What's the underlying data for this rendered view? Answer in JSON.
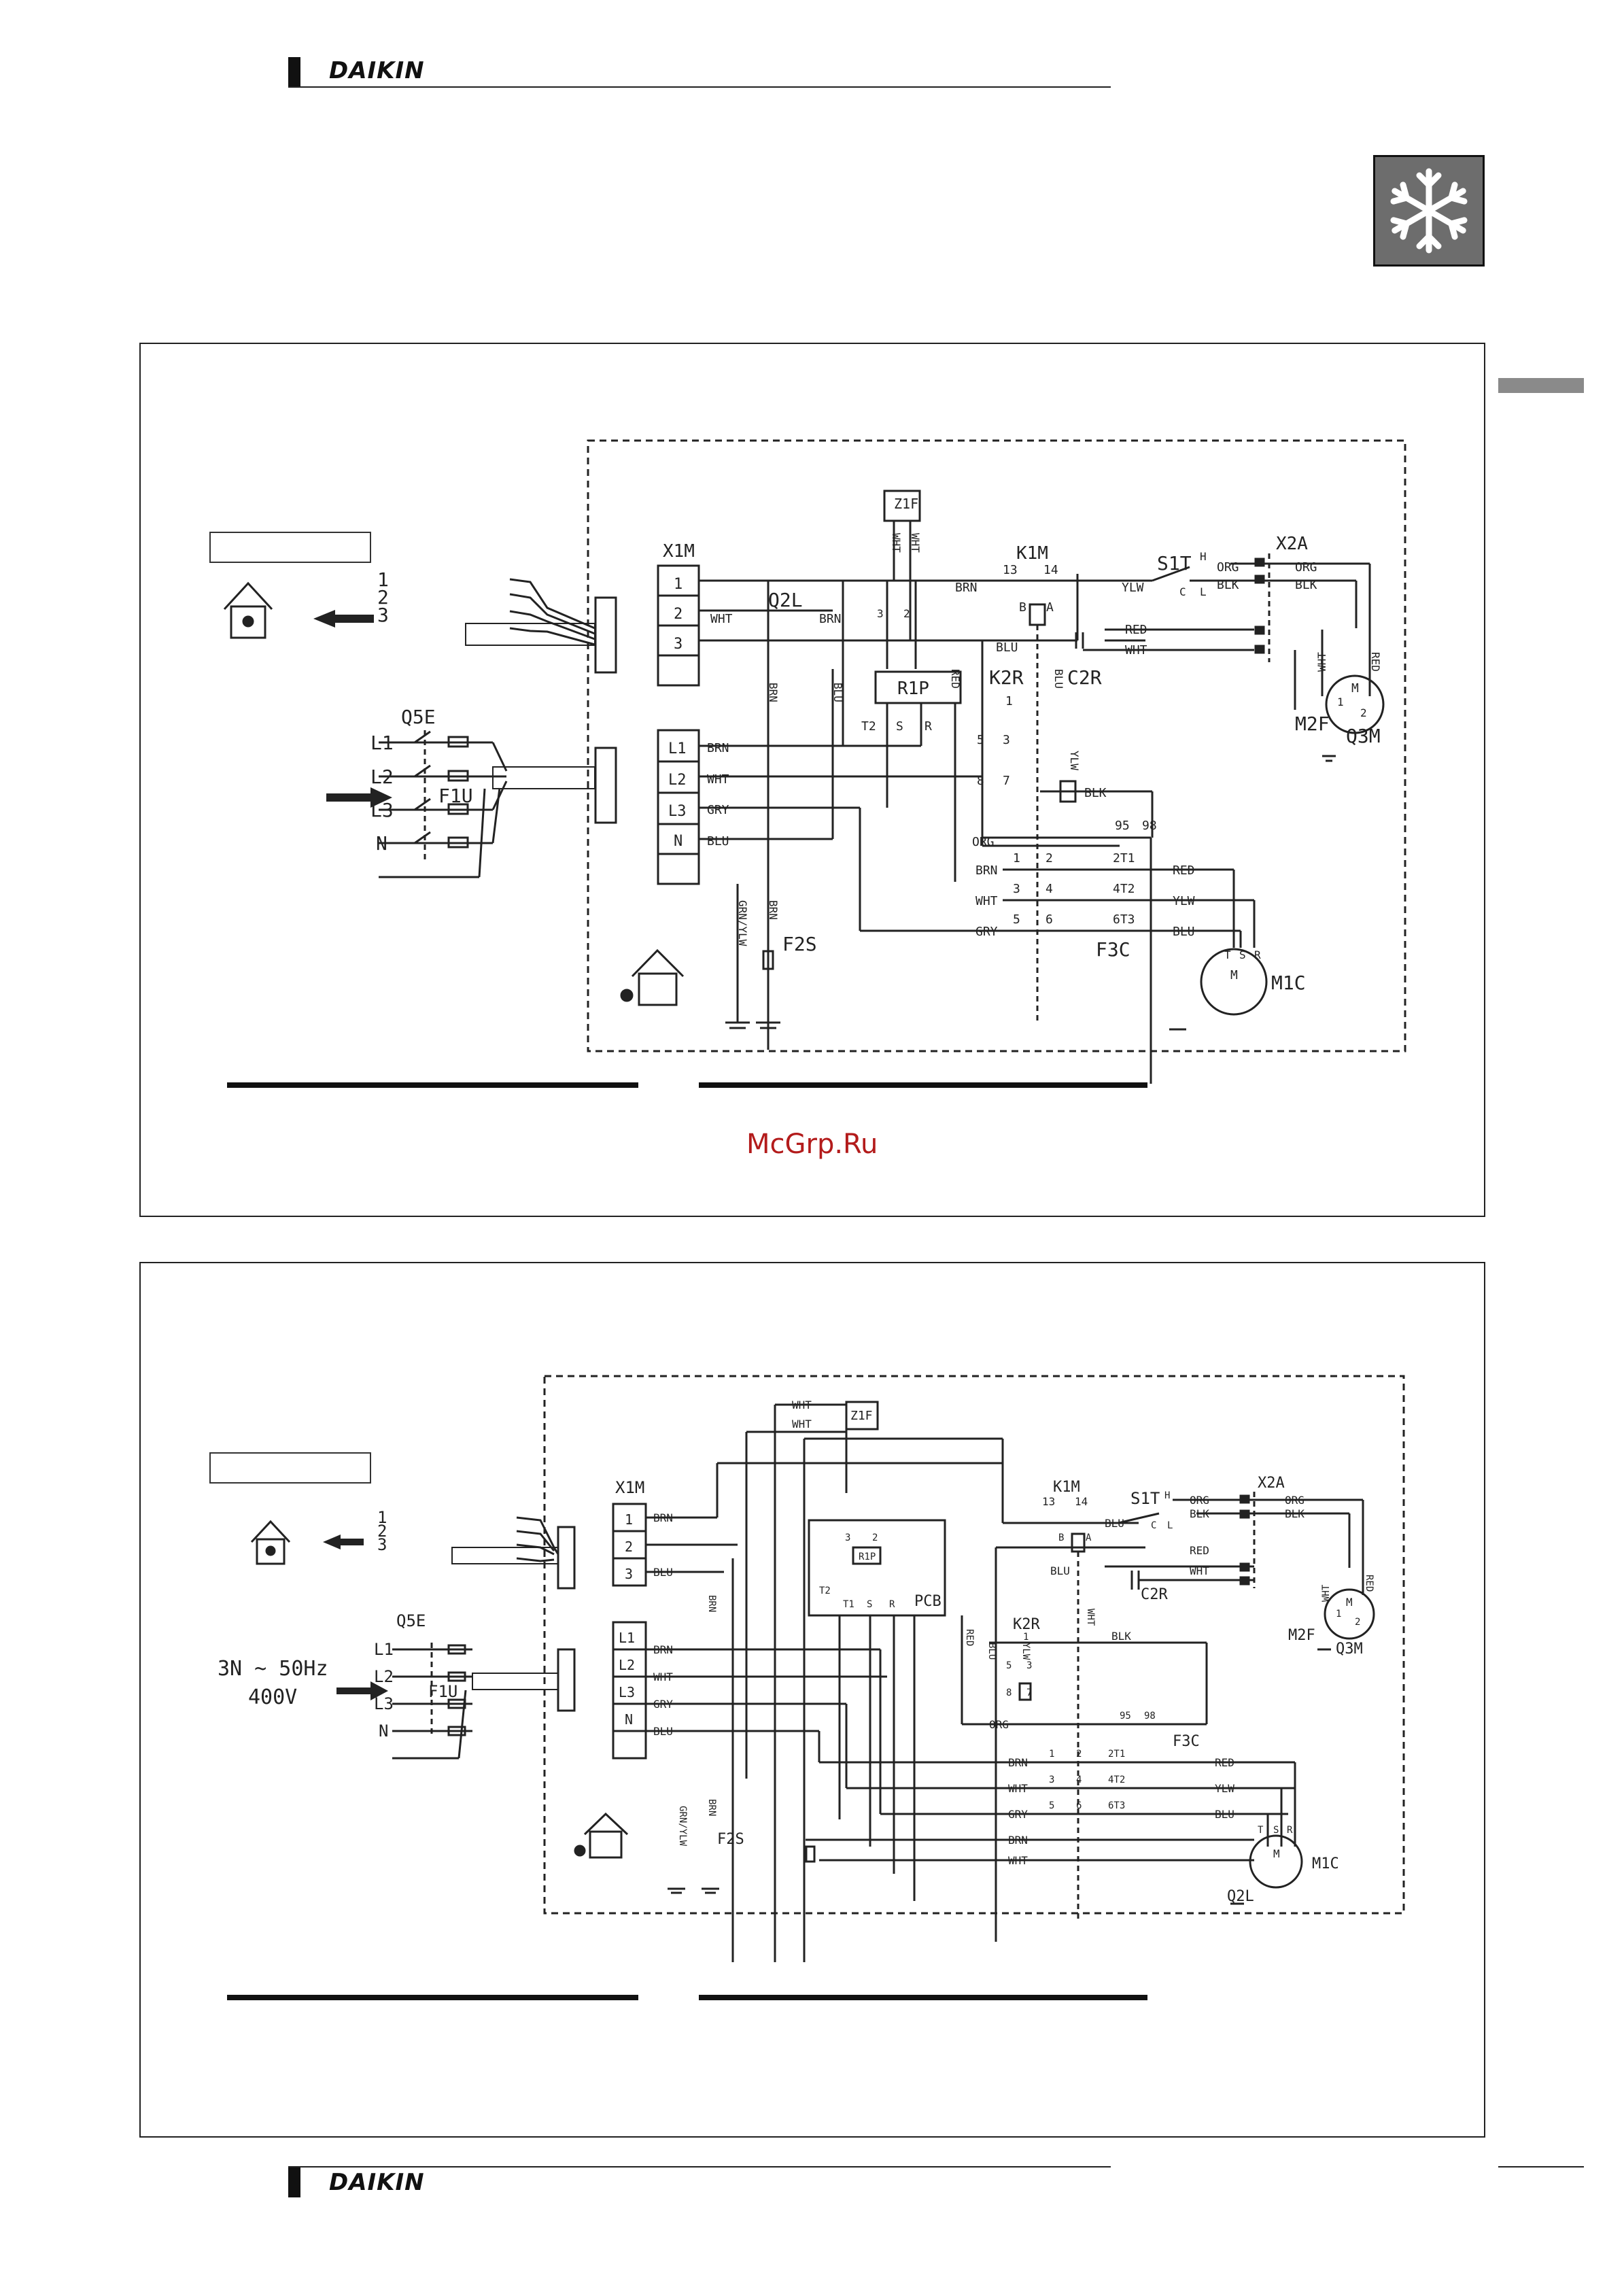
{
  "brand": {
    "name": "DAIKIN"
  },
  "watermark": "McGrp.Ru",
  "diagram1": {
    "terminal_block": "X1M",
    "terminals_top": [
      "1",
      "2",
      "3"
    ],
    "terminals_bottom": [
      "L1",
      "L2",
      "L3",
      "N"
    ],
    "indoor_wires": [
      "1",
      "2",
      "3"
    ],
    "supply_labels": [
      "L1",
      "L2",
      "L3",
      "N"
    ],
    "main_switch": "Q5E",
    "fuses": "F1U",
    "components": {
      "z1f": "Z1F",
      "k1m": "K1M",
      "k1m_contacts": [
        "13",
        "14"
      ],
      "s1t": "S1T",
      "s1t_contacts": [
        "H",
        "C",
        "L"
      ],
      "x2a": "X2A",
      "q2l": "Q2L",
      "r1p": "R1P",
      "r1p_pins": [
        "T2",
        "S",
        "R"
      ],
      "k2r": "K2R",
      "c2r": "C2R",
      "m2f": "M2F",
      "q3m": "Q3M",
      "m1c": "M1C",
      "f3c": "F3C",
      "f2s": "F2S",
      "k1m_coil": [
        "B",
        "A"
      ],
      "k2r_pins": [
        "1",
        "5",
        "3",
        "8",
        "7"
      ],
      "f3c_pins": [
        "95",
        "98"
      ],
      "k1m_poles": [
        "1",
        "2",
        "3",
        "4",
        "5",
        "6"
      ],
      "overload": [
        "2T1",
        "4T2",
        "6T3"
      ],
      "motor_terminals": [
        "T",
        "S",
        "R"
      ],
      "motor_letter": "M",
      "fan_pins": [
        "1",
        "2"
      ],
      "q2l_pins": [
        "3",
        "2"
      ]
    },
    "wire_colors": {
      "brn": "BRN",
      "wht": "WHT",
      "gry": "GRY",
      "blu": "BLU",
      "red": "RED",
      "ylw": "YLW",
      "blk": "BLK",
      "org": "ORG",
      "grn_ylw": "GRN/YLW"
    }
  },
  "diagram2": {
    "terminal_block": "X1M",
    "terminals_top": [
      "1",
      "2",
      "3"
    ],
    "terminals_bottom": [
      "L1",
      "L2",
      "L3",
      "N"
    ],
    "indoor_wires": [
      "1",
      "2",
      "3"
    ],
    "supply_labels": [
      "L1",
      "L2",
      "L3",
      "N"
    ],
    "main_switch": "Q5E",
    "fuses": "F1U",
    "supply_rating": [
      "3N ~ 50Hz",
      "400V"
    ],
    "components": {
      "z1f": "Z1F",
      "k1m": "K1M",
      "k1m_contacts": [
        "13",
        "14"
      ],
      "s1t": "S1T",
      "s1t_contacts": [
        "H",
        "C",
        "L"
      ],
      "x2a": "X2A",
      "r1p": "R1P",
      "pcb": "PCB",
      "pcb_pins": [
        "T2",
        "T1",
        "S",
        "R"
      ],
      "k2r": "K2R",
      "c2r": "C2R",
      "m2f": "M2F",
      "q3m": "Q3M",
      "m1c": "M1C",
      "q2l": "Q2L",
      "f3c": "F3C",
      "f2s": "F2S",
      "k1m_coil": [
        "B",
        "A"
      ],
      "k2r_pins": [
        "1",
        "5",
        "3",
        "8",
        "7"
      ],
      "f3c_pins": [
        "95",
        "98"
      ],
      "k1m_poles": [
        "1",
        "2",
        "3",
        "4",
        "5",
        "6"
      ],
      "overload": [
        "2T1",
        "4T2",
        "6T3"
      ],
      "motor_terminals": [
        "T",
        "S",
        "R"
      ],
      "motor_letter": "M",
      "fan_pins": [
        "1",
        "2"
      ],
      "r1p_pins": [
        "3",
        "2"
      ]
    },
    "wire_colors": {
      "brn": "BRN",
      "wht": "WHT",
      "gry": "GRY",
      "blu": "BLU",
      "red": "RED",
      "ylw": "YLW",
      "blk": "BLK",
      "org": "ORG",
      "grn_ylw": "GRN/YLW"
    }
  },
  "colors": {
    "ink": "#222222",
    "tab": "#8a8a8a",
    "snowflake_bg": "#6d6d6d",
    "watermark": "#b31b1b"
  },
  "icons": [
    "house-icon",
    "snowflake-icon",
    "ground-icon",
    "arrow-icon"
  ]
}
